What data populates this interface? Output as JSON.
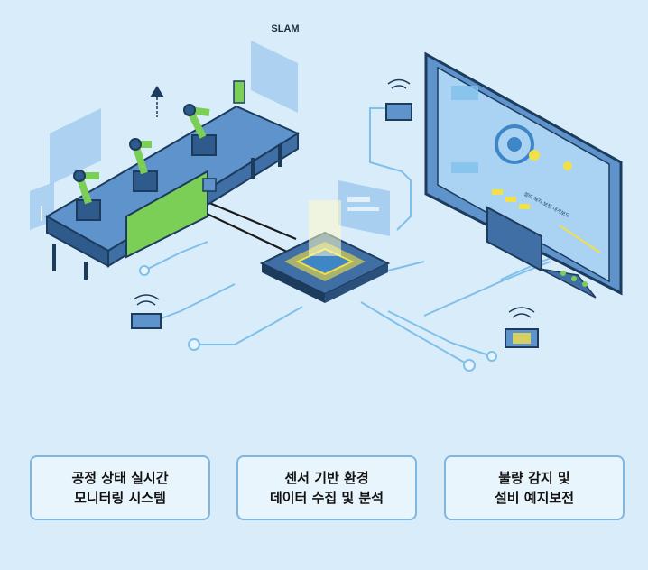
{
  "diagram": {
    "label_slam": "SLAM",
    "hmi_screen_text": "설비 예지 보전 대시보드"
  },
  "captions": [
    {
      "line1": "공정 상태 실시간",
      "line2": "모니터링 시스템"
    },
    {
      "line1": "센서 기반 환경",
      "line2": "데이터 수집 및 분석"
    },
    {
      "line1": "불량 감지 및",
      "line2": "설비 예지보전"
    }
  ],
  "colors": {
    "background": "#d9ecfa",
    "outline": "#1d3b5c",
    "accent_blue": "#3f86c6",
    "accent_green": "#7ccf56",
    "accent_yellow": "#f1e046",
    "line": "#7fc0ea"
  }
}
